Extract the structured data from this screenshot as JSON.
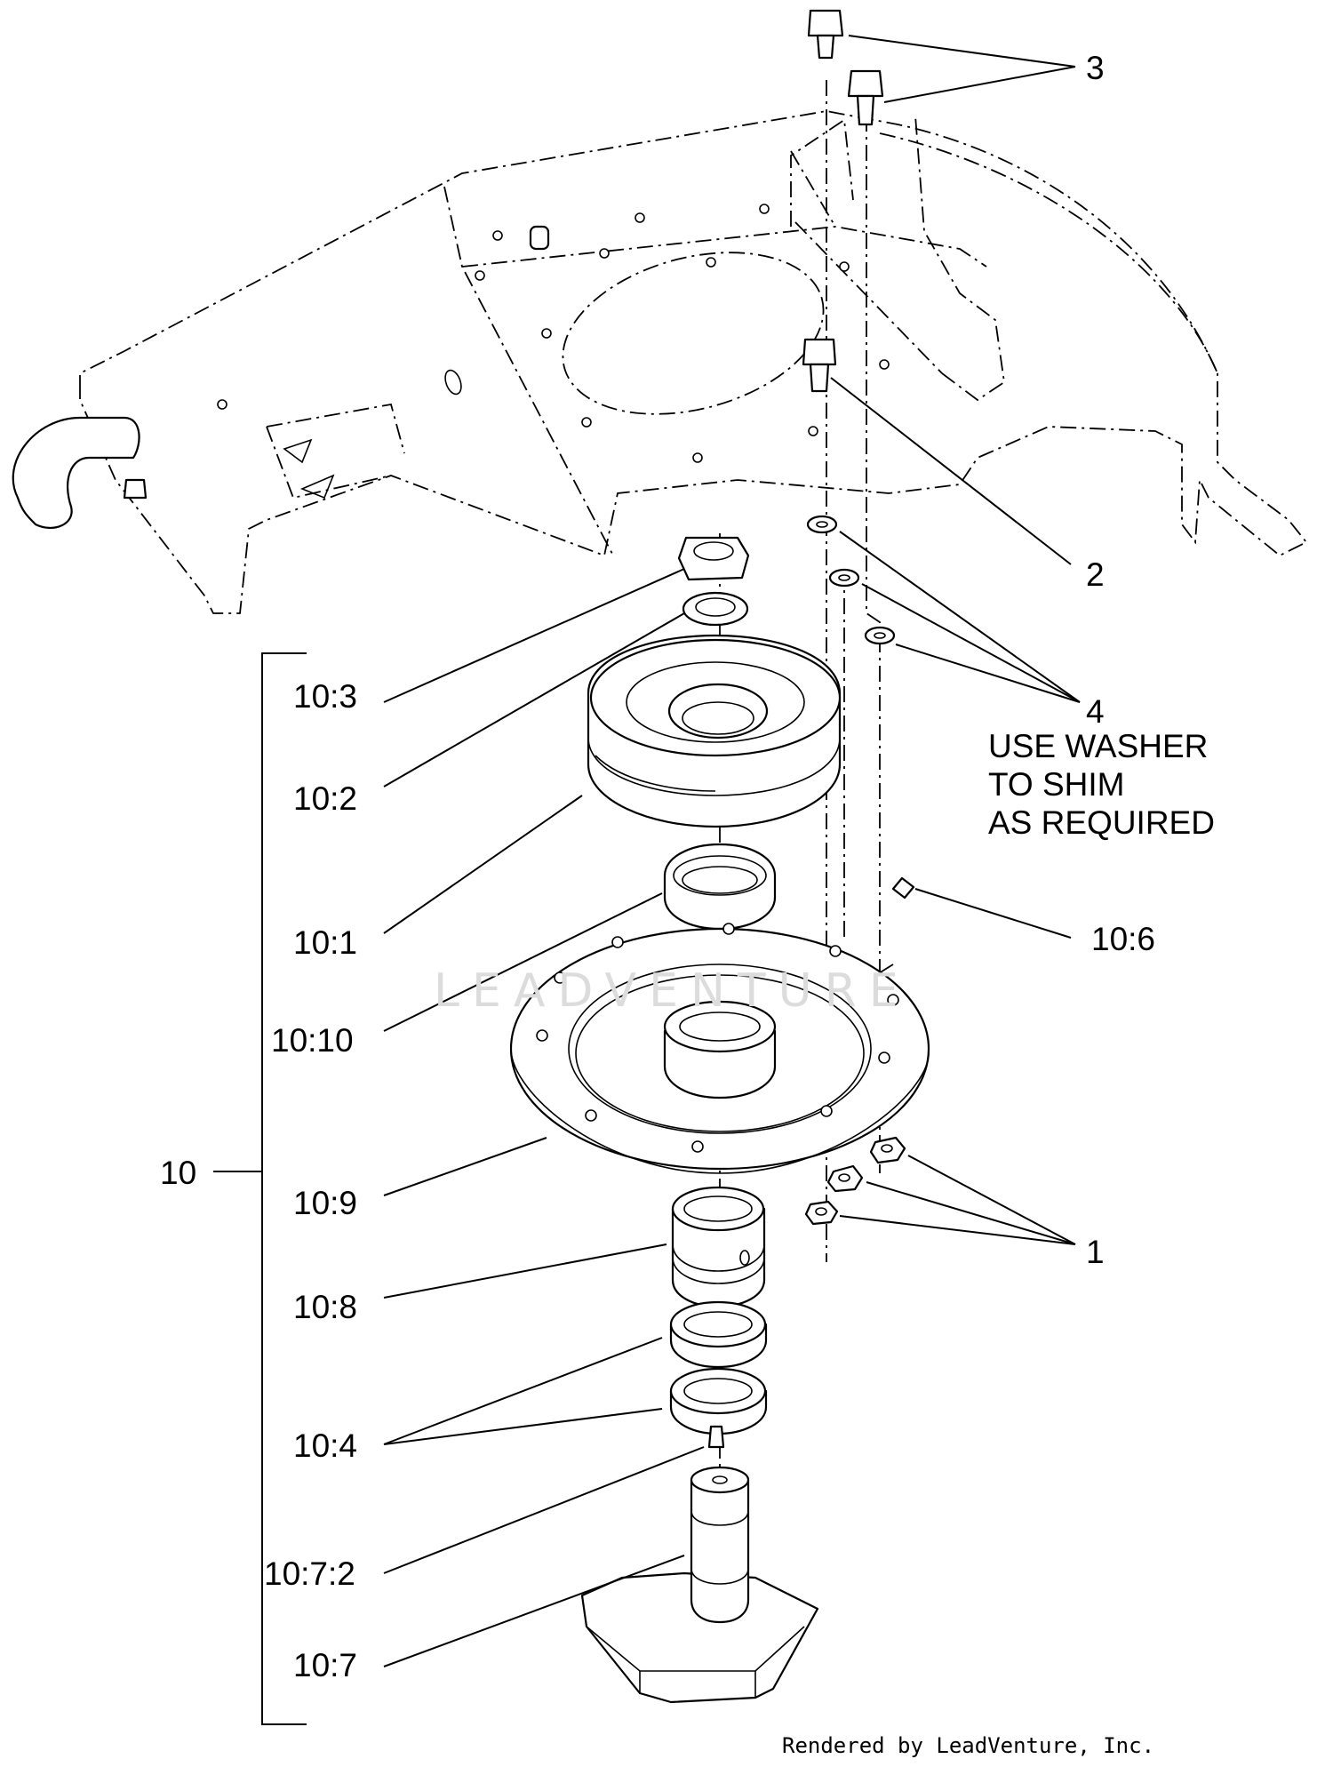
{
  "callouts": {
    "c1": "1",
    "c2": "2",
    "c3": "3",
    "c4": "4",
    "c10": "10",
    "c10_1": "10:1",
    "c10_2": "10:2",
    "c10_3": "10:3",
    "c10_4": "10:4",
    "c10_6": "10:6",
    "c10_7": "10:7",
    "c10_7_2": "10:7:2",
    "c10_8": "10:8",
    "c10_9": "10:9",
    "c10_10": "10:10"
  },
  "note": {
    "text": "USE WASHER\nTO SHIM\nAS REQUIRED"
  },
  "watermark": "LEADVENTURE",
  "footer": "Rendered by LeadVenture, Inc."
}
